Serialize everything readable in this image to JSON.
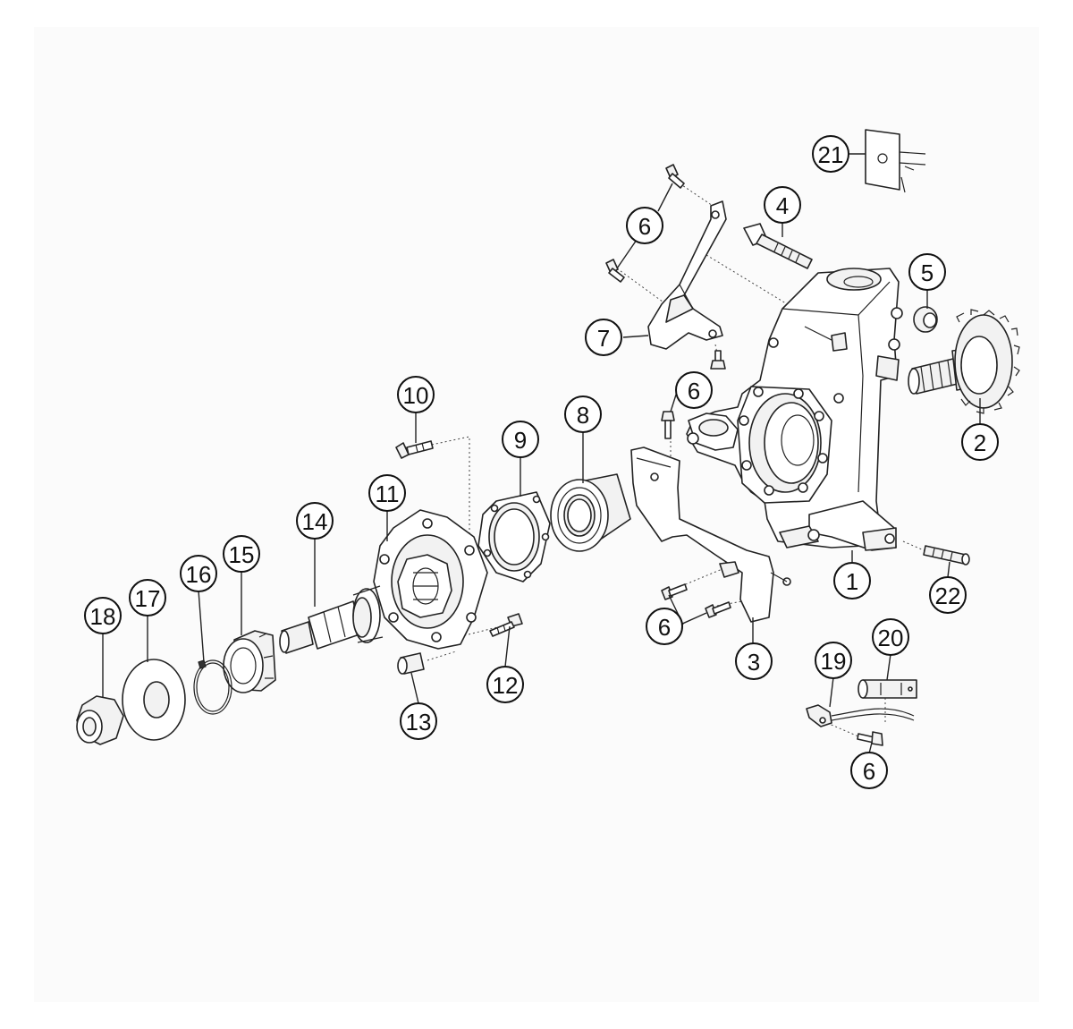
{
  "callouts": [
    {
      "id": "c1",
      "label": "1"
    },
    {
      "id": "c2",
      "label": "2"
    },
    {
      "id": "c3",
      "label": "3"
    },
    {
      "id": "c4",
      "label": "4"
    },
    {
      "id": "c5",
      "label": "5"
    },
    {
      "id": "c6a",
      "label": "6"
    },
    {
      "id": "c6b",
      "label": "6"
    },
    {
      "id": "c6c",
      "label": "6"
    },
    {
      "id": "c6d",
      "label": "6"
    },
    {
      "id": "c7",
      "label": "7"
    },
    {
      "id": "c8",
      "label": "8"
    },
    {
      "id": "c9",
      "label": "9"
    },
    {
      "id": "c10",
      "label": "10"
    },
    {
      "id": "c11",
      "label": "11"
    },
    {
      "id": "c12",
      "label": "12"
    },
    {
      "id": "c13",
      "label": "13"
    },
    {
      "id": "c14",
      "label": "14"
    },
    {
      "id": "c15",
      "label": "15"
    },
    {
      "id": "c16",
      "label": "16"
    },
    {
      "id": "c17",
      "label": "17"
    },
    {
      "id": "c18",
      "label": "18"
    },
    {
      "id": "c19",
      "label": "19"
    },
    {
      "id": "c20",
      "label": "20"
    },
    {
      "id": "c21",
      "label": "21"
    },
    {
      "id": "c22",
      "label": "22"
    }
  ]
}
